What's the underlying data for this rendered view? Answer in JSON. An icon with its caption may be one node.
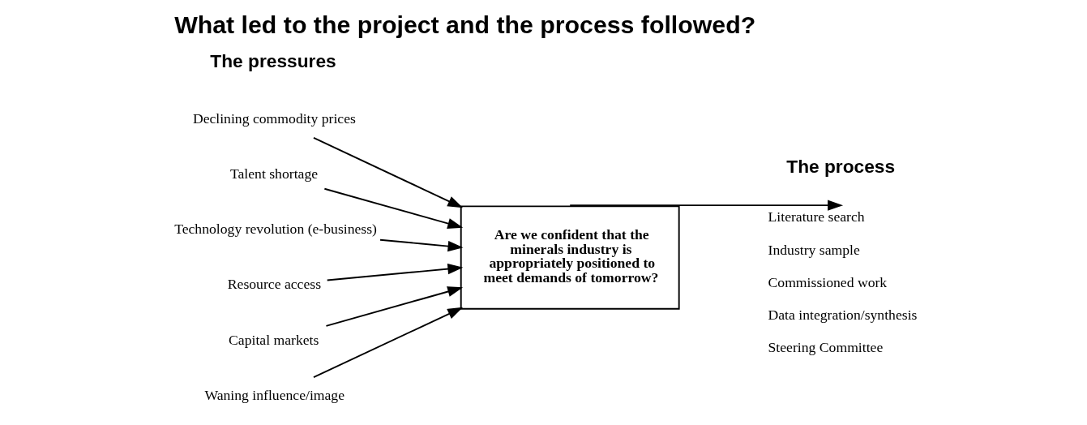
{
  "diagram": {
    "title": "What led to the project and the process followed?",
    "nodes": [
      {
        "text": [
          "Declining commodity prices"
        ]
      },
      {
        "text": [
          "Talent shortage"
        ]
      },
      {
        "text": [
          "Technology revolution (e-business)"
        ]
      },
      {
        "text": [
          "Resource access"
        ]
      },
      {
        "text": [
          "Capital markets"
        ]
      },
      {
        "text": [
          "Waning influence/image"
        ]
      },
      {
        "text": [
          "Are we confident that the minerals industry is appropriately positioned to meet demands of tomorrow?"
        ]
      },
      {
        "text": [
          "Literature search",
          "Industry sample",
          "Commissioned work",
          "Data integration/synthesis",
          "Steering Committee"
        ]
      }
    ],
    "edges": [
      {
        "from": 0,
        "to": 6,
        "arrow": "to"
      },
      {
        "from": 1,
        "to": 6,
        "arrow": "to"
      },
      {
        "from": 2,
        "to": 6,
        "arrow": "to"
      },
      {
        "from": 3,
        "to": 6,
        "arrow": "to"
      },
      {
        "from": 4,
        "to": 6,
        "arrow": "to"
      },
      {
        "from": 5,
        "to": 6,
        "arrow": "to"
      },
      {
        "from": 6,
        "to": 7,
        "arrow": "to"
      }
    ],
    "labels": [
      "The pressures",
      "The process"
    ]
  }
}
